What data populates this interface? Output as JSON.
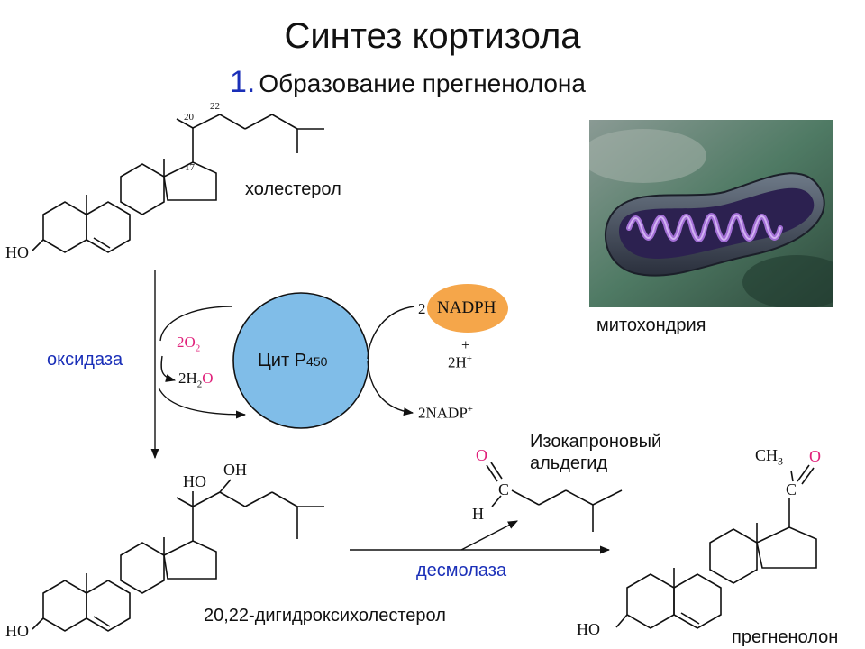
{
  "title": "Синтез кортизола",
  "subtitle": {
    "number": "1.",
    "text": "Образование прегненолона"
  },
  "molecules": {
    "cholesterol": "холестерол",
    "dihydroxy": "20,22-дигидроксихолестерол",
    "pregnenolone": "прегненолон",
    "isocaproic": "Изокапроновый альдегид"
  },
  "enzymes": {
    "oxidase": "оксидаза",
    "cyt": "Цит Р",
    "cyt_sub": "450",
    "desmolase": "десмолаза"
  },
  "reagents": {
    "o2": "2O",
    "o2_sub": "2",
    "h2o_a": "2H",
    "h2o_sub": "2",
    "h2o_b": "O",
    "nadph_coef": "2",
    "nadph": "NADPH",
    "plus": "+",
    "hplus": "2H",
    "hplus_sup": "+",
    "nadp": "2NADP",
    "nadp_sup": "+"
  },
  "atoms": {
    "ho": "HO",
    "oh": "OH",
    "o": "O",
    "c": "C",
    "h": "H",
    "ch": "CH",
    "ch_sub": "3"
  },
  "numbers": {
    "c20": "20",
    "c22": "22",
    "c17": "17"
  },
  "image_caption": "митохондрия",
  "colors": {
    "accent_blue": "#1a2fb8",
    "cyt_circle": "#80bde8",
    "nadph_blob": "#f5a64a",
    "reagent_pink": "#e0207a"
  }
}
